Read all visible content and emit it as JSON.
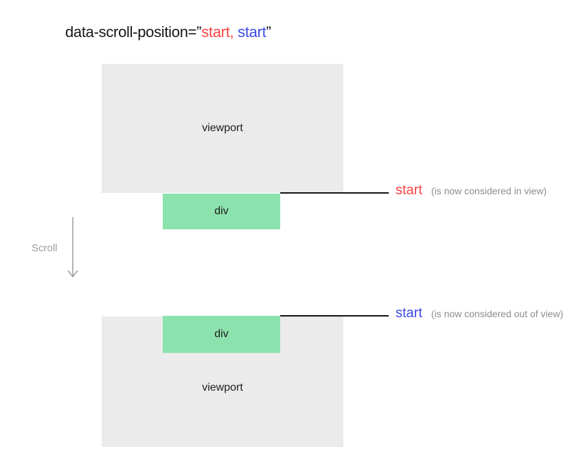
{
  "title": {
    "text_before": "data-scroll-position=”",
    "first_value": "start",
    "separator": ", ",
    "second_value": "start",
    "text_after": "”"
  },
  "colors": {
    "red": "#fc4343",
    "blue": "#3d49e8",
    "box_gray": "#ebebeb",
    "box_green": "#8ce2ad",
    "line_black": "#111111",
    "note_gray": "#8c8c8c",
    "scroll_gray": "#9c9c9c",
    "text_dark": "#1c1c1c"
  },
  "scroll_indicator": {
    "label": "Scroll"
  },
  "before_scroll": {
    "viewport_label": "viewport",
    "div_label": "div",
    "marker_label": "start",
    "marker_note": "(is now considered in view)"
  },
  "after_scroll": {
    "viewport_label": "viewport",
    "div_label": "div",
    "marker_label": "start",
    "marker_note": "(is now considered out of view)"
  }
}
